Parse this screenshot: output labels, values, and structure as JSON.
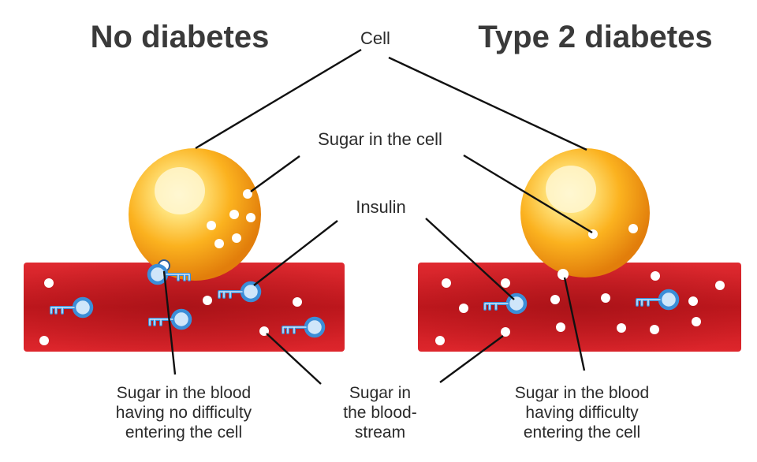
{
  "colors": {
    "vessel": "#d8232a",
    "vessel_dark": "#a5161b",
    "cell_light": "#fff6c2",
    "cell_mid": "#fbb21f",
    "cell_dark": "#e27e0b",
    "insulin_key": "#3b8ed8",
    "insulin_fill": "#cfe6fa",
    "sugar": "#ffffff",
    "text": "#2b2b2b"
  },
  "headings": {
    "left": "No diabetes",
    "right": "Type 2 diabetes"
  },
  "labels": {
    "cell": "Cell",
    "sugar_in_cell": "Sugar in the cell",
    "insulin": "Insulin"
  },
  "captions": {
    "left": [
      "Sugar in the blood",
      "having no difficulty",
      "entering the cell"
    ],
    "center": [
      "Sugar in",
      "the blood-",
      "stream"
    ],
    "right": [
      "Sugar in the blood",
      "having difficulty",
      "entering the cell"
    ]
  },
  "icons": {
    "insulin": "key-icon",
    "sugar": "dot-icon",
    "cell": "sphere-icon"
  }
}
